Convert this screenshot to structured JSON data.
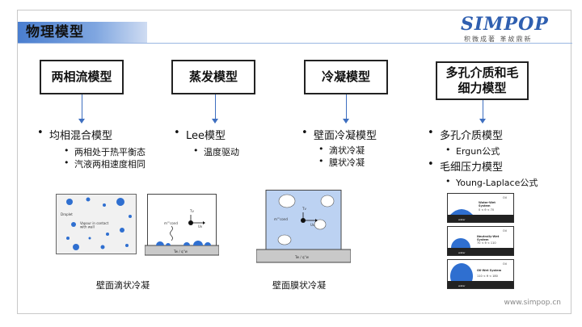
{
  "header": {
    "title": "物理模型"
  },
  "logo": {
    "brand": "SIMPOP",
    "tagline": "积微成著  革故鼎新"
  },
  "boxes": [
    {
      "title": "两相流模型"
    },
    {
      "title": "蒸发模型"
    },
    {
      "title": "冷凝模型"
    },
    {
      "title": "多孔介质和毛细力模型"
    }
  ],
  "columns": {
    "col1": {
      "main": "均相混合模型",
      "subs": [
        "两相处于热平衡态",
        "汽液两相速度相同"
      ]
    },
    "col2": {
      "main": "Lee模型",
      "subs": [
        "温度驱动"
      ]
    },
    "col3": {
      "main": "壁面冷凝模型",
      "subs": [
        "滴状冷凝",
        "膜状冷凝"
      ]
    },
    "col4": {
      "main1": "多孔介质模型",
      "sub1": "Ergun公式",
      "main2": "毛细压力模型",
      "sub2": "Young-Laplace公式"
    }
  },
  "figures": {
    "drop_box": {
      "label_droplet": "Droplet",
      "label_vapor": "Vapour in contact\nwith wall"
    },
    "drop_wall": {
      "label_m": "m'''cond",
      "label_t": "Tv",
      "label_u": "Uv",
      "label_bottom": "Tw / q''w"
    },
    "film": {
      "label_m": "m'''cond",
      "label_t": "Tv",
      "label_u": "Uv",
      "label_bottom": "Tw / q''w"
    },
    "wetting": [
      {
        "name": "Water-Wet\nSystem",
        "range": "0 < θ < 70",
        "oil": "Oil",
        "water": "water"
      },
      {
        "name": "Neutrally-Wet\nSystem",
        "range": "70 < θ < 110",
        "oil": "Oil",
        "water": "water"
      },
      {
        "name": "Oil-Wet System",
        "range": "110 < θ < 180",
        "oil": "Oil",
        "water": "water"
      }
    ]
  },
  "captions": {
    "drop": "壁面滴状冷凝",
    "film": "壁面膜状冷凝"
  },
  "footer": {
    "url": "www.simpop.cn"
  }
}
